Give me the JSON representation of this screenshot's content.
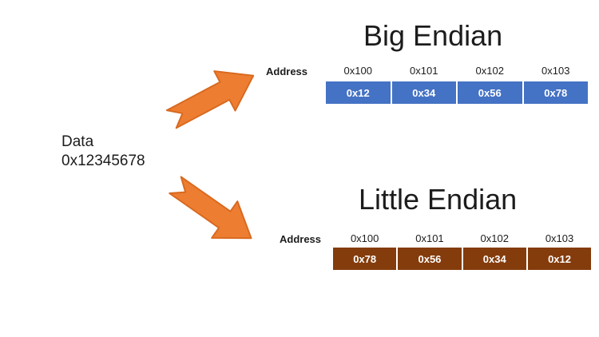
{
  "data_label": {
    "line1": "Data",
    "line2": "0x12345678"
  },
  "big_endian": {
    "title": "Big Endian",
    "address_label": "Address",
    "addresses": [
      "0x100",
      "0x101",
      "0x102",
      "0x103"
    ],
    "bytes": [
      "0x12",
      "0x34",
      "0x56",
      "0x78"
    ],
    "cell_color": "#4472C4"
  },
  "little_endian": {
    "title": "Little Endian",
    "address_label": "Address",
    "addresses": [
      "0x100",
      "0x101",
      "0x102",
      "0x103"
    ],
    "bytes": [
      "0x78",
      "0x56",
      "0x34",
      "0x12"
    ],
    "cell_color": "#843C0C"
  },
  "colors": {
    "arrow_fill": "#ED7D31",
    "arrow_stroke": "#D8691F",
    "big_endian_cell": "#4472C4",
    "little_endian_cell": "#843C0C",
    "cell_text": "#FFFFFF",
    "text": "#1C1C1C",
    "background": "#FFFFFF"
  }
}
